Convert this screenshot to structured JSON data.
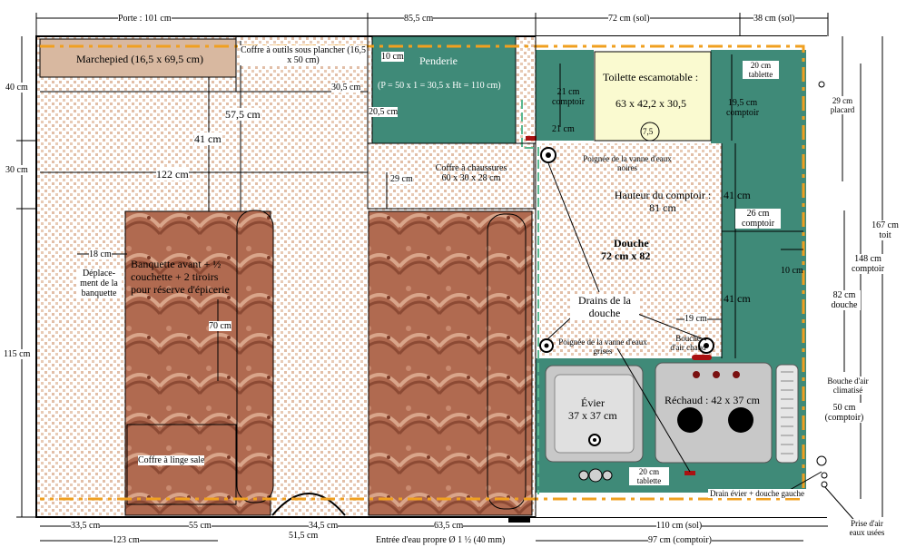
{
  "dims": {
    "porte": "Porte : 101 cm",
    "top_855": "85,5 cm",
    "top_72": "72 cm (sol)",
    "top_38": "38 cm (sol)",
    "left_40": "40 cm",
    "left_30": "30 cm",
    "left_115": "115 cm",
    "d_575": "57,5 cm",
    "d_41_a": "41 cm",
    "d_122": "122 cm",
    "d_305": "30,5 cm",
    "d_205": "20,5 cm",
    "d_10": "10 cm",
    "d_29": "29 cm",
    "d_18": "18 cm",
    "d_70": "70 cm",
    "d_21a": "21 cm comptoir",
    "d_21b": "21 cm",
    "d_20a": "20 cm tablette",
    "d_195": "19,5 cm comptoir",
    "d_41_b": "41 cm",
    "d_26": "26 cm comptoir",
    "d_41_c": "41 cm",
    "d_10b": "10 cm",
    "d_19": "19 cm",
    "d_29p": "29 cm placard",
    "d_82": "82 cm douche",
    "d_148": "148 cm comptoir",
    "d_167": "167 cm toit",
    "d_50": "50 cm (comptoir)",
    "d_20b": "20 cm tablette",
    "bot_335": "33,5 cm",
    "bot_55": "55 cm",
    "bot_345": "34,5 cm",
    "bot_515": "51,5 cm",
    "bot_635": "63,5 cm",
    "bot_110": "110 cm (sol)",
    "bot_123": "123 cm",
    "bot_97": "97 cm (comptoir)"
  },
  "labels": {
    "marchepied": "Marchepied (16,5 x 69,5 cm)",
    "coffre_outils": "Coffre à outils sous plancher (16,5 x 50 cm)",
    "penderie": "Penderie",
    "penderie_formula": "(P = 50 x 1 = 30,5 x Ht = 110 cm)",
    "toilette_title": "Toilette escamotable :",
    "toilette_dims": "63 x 42,2 x 30,5",
    "toilette_75": "7,5",
    "vanne_noires": "Poignée de la vanne d'eaux noires",
    "coffre_chaussures": "Coffre à chaussures 60 x 30 x 28 cm",
    "hauteur_comptoir": "Hauteur du comptoir : 81 cm",
    "douche": "Douche",
    "douche_dims": "72 cm x 82",
    "drains_douche": "Drains de la douche",
    "vanne_grises": "Poignée de la vanne d'eaux grises",
    "bouche_chaud": "Bouche d'air chaud",
    "banquette": "Banquette avant + ½ couchette + 2 tiroirs pour réserve d'épicerie",
    "deplacement": "Déplace-ment de la banquette",
    "coffre_linge": "Coffre à linge sale",
    "evier": "Évier",
    "evier_dims": "37 x 37 cm",
    "rechaud": "Réchaud : 42 x 37 cm",
    "bouche_clim": "Bouche d'air climatisé",
    "drain_evier": "Drain évier + douche gauche",
    "prise_air": "Prise d'air eaux usées",
    "entree_eau": "Entrée d'eau propre Ø 1 ½ (40 mm)"
  },
  "colors": {
    "wall": "#000000",
    "teal": "#3f8a78",
    "tan": "#d8b8a0",
    "toilet": "#fafad0",
    "orange": "#f0a020",
    "fabric": "#b06a50",
    "steel": "#c8c8c8"
  }
}
